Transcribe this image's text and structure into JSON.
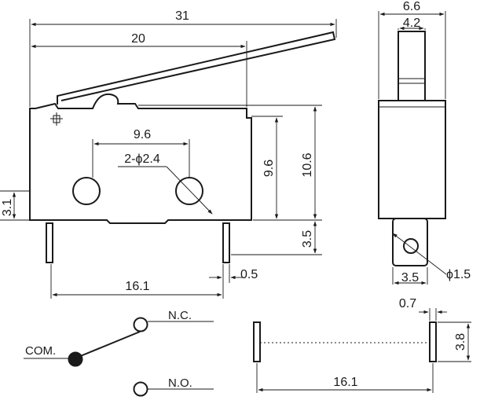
{
  "drawing": {
    "dimensions": {
      "overall_length": "31",
      "lever_pivot_length": "20",
      "side_total_width": "6.6",
      "side_actuator_width": "4.2",
      "hole_spacing": "9.6",
      "hole_diameter": "2-ϕ2.4",
      "hole_height": "9.6",
      "body_height": "10.6",
      "hole_from_bottom": "3.1",
      "terminal_length": "3.5",
      "terminal_spacing": "16.1",
      "terminal_thickness": "0.5",
      "side_terminal_width": "3.5",
      "terminal_hole": "ϕ1.5",
      "pcb_pad_width": "0.7",
      "pcb_pad_length": "3.8",
      "pcb_pad_spacing": "16.1"
    },
    "schematic": {
      "nc_label": "N.C.",
      "com_label": "COM.",
      "no_label": "N.O."
    }
  }
}
